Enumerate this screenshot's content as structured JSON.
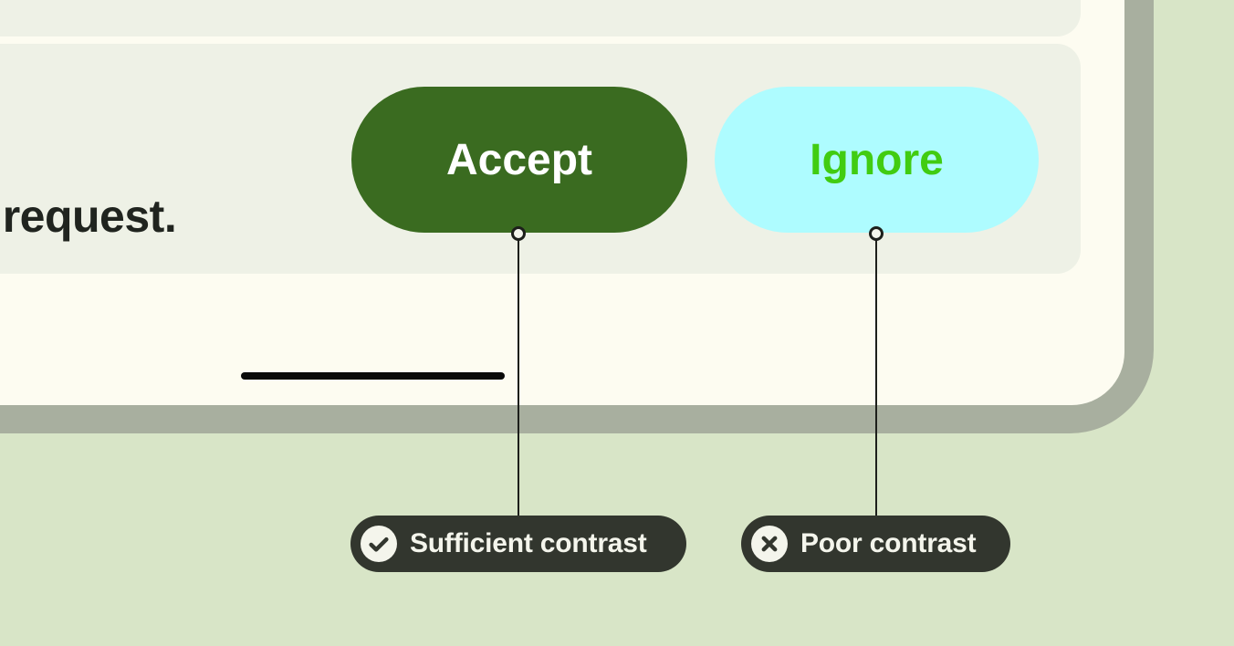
{
  "colors": {
    "background": "#d8e5c7",
    "device_frame": "#a8af9f",
    "screen": "#fdfcf1",
    "panel": "#eef1e6",
    "accept_bg": "#3a6b20",
    "accept_text": "#ffffff",
    "ignore_bg": "#aefcff",
    "ignore_text": "#41cc11",
    "body_text": "#20241f",
    "tooltip_bg": "#32362e",
    "tooltip_text": "#f4f5ec",
    "connector": "#1d1f1b",
    "indicator": "#0a0a0a"
  },
  "screen_mock": {
    "message_text": "a request.",
    "accept_label": "Accept",
    "ignore_label": "Ignore"
  },
  "annotations": {
    "sufficient": {
      "icon": "check-circle",
      "label": "Sufficient contrast"
    },
    "poor": {
      "icon": "x-circle",
      "label": "Poor contrast"
    }
  }
}
